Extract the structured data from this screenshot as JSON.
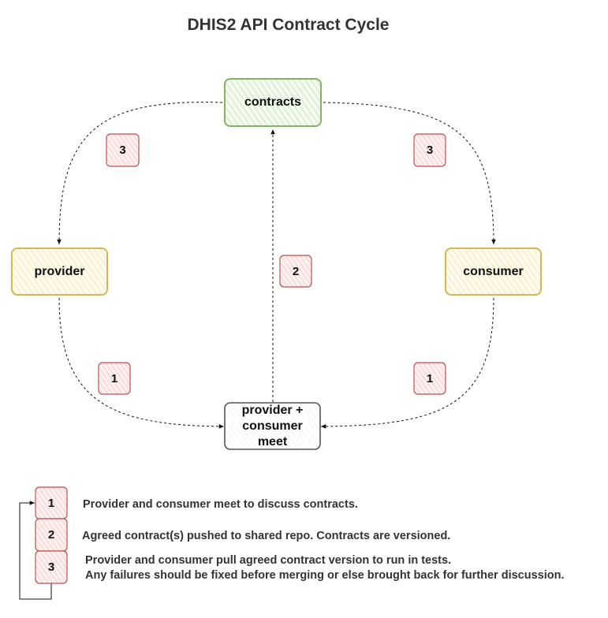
{
  "title": "DHIS2 API Contract Cycle",
  "nodes": {
    "contracts": {
      "label": "contracts",
      "color": "#82b366"
    },
    "provider": {
      "label": "provider",
      "color": "#d6b656"
    },
    "consumer": {
      "label": "consumer",
      "color": "#d6b656"
    },
    "meet": {
      "label": "provider + consumer meet",
      "color": "#666666"
    }
  },
  "edges": {
    "badges": {
      "provider_to_meet": "1",
      "consumer_to_meet": "1",
      "meet_to_contracts": "2",
      "contracts_to_provider": "3",
      "contracts_to_consumer": "3"
    },
    "badge_color": "#b85450"
  },
  "legend": {
    "items": [
      {
        "num": "1",
        "text": "Provider and consumer meet to discuss contracts."
      },
      {
        "num": "2",
        "text": "Agreed contract(s) pushed to shared repo. Contracts are versioned."
      },
      {
        "num": "3",
        "text_line1": "Provider and consumer pull agreed contract version to run in tests.",
        "text_line2": "Any failures should be fixed before merging or else brought back for further discussion."
      }
    ]
  }
}
